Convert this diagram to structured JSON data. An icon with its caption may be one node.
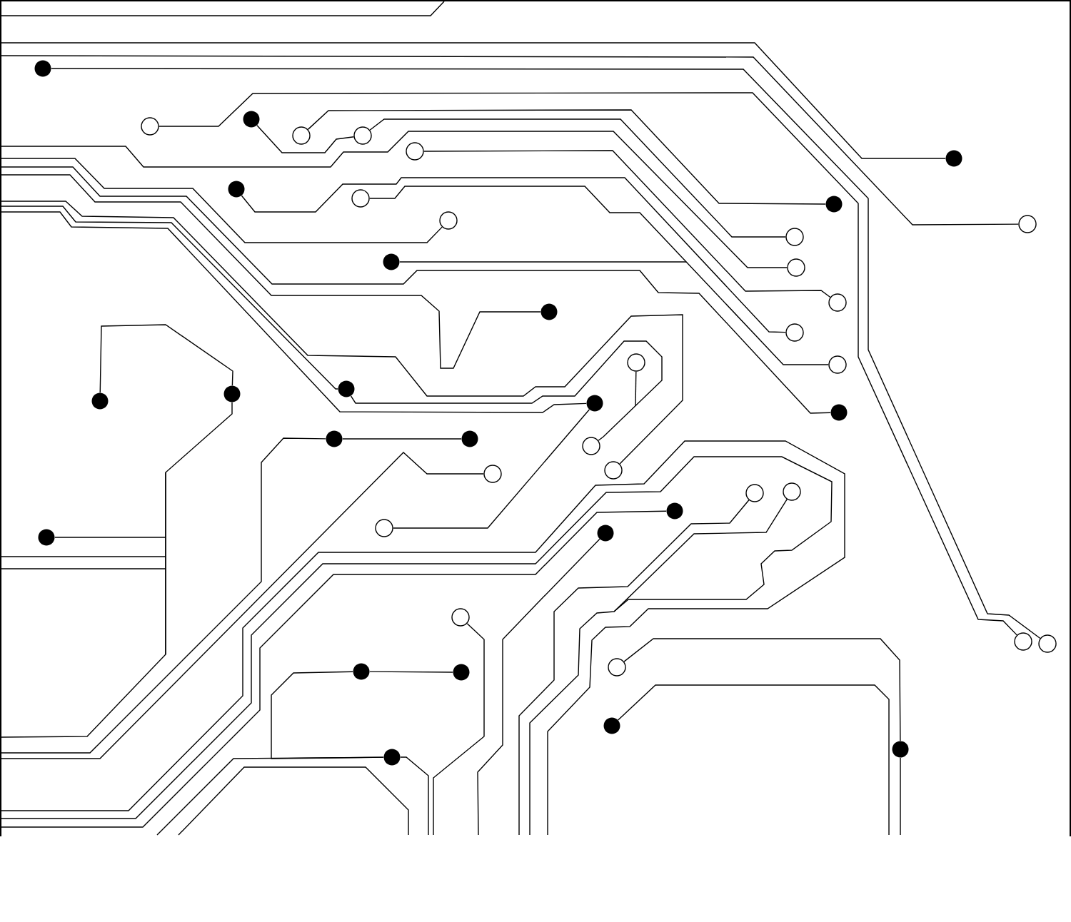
{
  "diagram": {
    "nodes": [
      {
        "text": [],
        "shape": "dot"
      },
      {
        "text": [],
        "shape": "circle"
      },
      {
        "text": [],
        "shape": "dot"
      },
      {
        "text": [],
        "shape": "circle"
      },
      {
        "text": [],
        "shape": "circle"
      },
      {
        "text": [],
        "shape": "circle"
      },
      {
        "text": [],
        "shape": "dot"
      },
      {
        "text": [],
        "shape": "dot"
      },
      {
        "text": [],
        "shape": "dot"
      },
      {
        "text": [],
        "shape": "circle"
      },
      {
        "text": [],
        "shape": "circle"
      },
      {
        "text": [],
        "shape": "circle"
      },
      {
        "text": [],
        "shape": "circle"
      },
      {
        "text": [],
        "shape": "dot"
      },
      {
        "text": [],
        "shape": "circle"
      },
      {
        "text": [],
        "shape": "circle"
      },
      {
        "text": [],
        "shape": "dot"
      },
      {
        "text": [],
        "shape": "circle"
      },
      {
        "text": [],
        "shape": "circle"
      },
      {
        "text": [],
        "shape": "circle"
      },
      {
        "text": [],
        "shape": "dot"
      },
      {
        "text": [],
        "shape": "dot"
      },
      {
        "text": [],
        "shape": "dot"
      },
      {
        "text": [],
        "shape": "dot"
      },
      {
        "text": [],
        "shape": "dot"
      },
      {
        "text": [],
        "shape": "dot"
      },
      {
        "text": [],
        "shape": "dot"
      },
      {
        "text": [],
        "shape": "circle"
      },
      {
        "text": [],
        "shape": "circle"
      },
      {
        "text": [],
        "shape": "circle"
      },
      {
        "text": [],
        "shape": "circle"
      },
      {
        "text": [],
        "shape": "circle"
      },
      {
        "text": [],
        "shape": "dot"
      },
      {
        "text": [],
        "shape": "circle"
      },
      {
        "text": [],
        "shape": "dot"
      },
      {
        "text": [],
        "shape": "dot"
      },
      {
        "text": [],
        "shape": "circle"
      },
      {
        "text": [],
        "shape": "circle"
      },
      {
        "text": [],
        "shape": "circle"
      },
      {
        "text": [],
        "shape": "circle"
      },
      {
        "text": [],
        "shape": "dot"
      },
      {
        "text": [],
        "shape": "dot"
      },
      {
        "text": [],
        "shape": "dot"
      },
      {
        "text": [],
        "shape": "dot"
      },
      {
        "text": [],
        "shape": "dot"
      }
    ],
    "edges": [
      {
        "from": 0,
        "to": 38,
        "arrow": "none"
      },
      {
        "from": 1,
        "to": 37,
        "arrow": "none"
      },
      {
        "from": null,
        "to": 6,
        "arrow": "none"
      },
      {
        "from": null,
        "to": 11,
        "arrow": "none"
      },
      {
        "from": 2,
        "to": 4,
        "arrow": "none"
      },
      {
        "from": 3,
        "to": 7,
        "arrow": "none"
      },
      {
        "from": 4,
        "to": 12,
        "arrow": "none"
      },
      {
        "from": null,
        "to": 14,
        "arrow": "none"
      },
      {
        "from": 5,
        "to": 15,
        "arrow": "none"
      },
      {
        "from": 8,
        "to": 17,
        "arrow": "none"
      },
      {
        "from": 9,
        "to": 19,
        "arrow": "none"
      },
      {
        "from": null,
        "to": 10,
        "arrow": "none"
      },
      {
        "from": null,
        "to": 24,
        "arrow": "none"
      },
      {
        "from": 13,
        "to": null,
        "arrow": "none"
      },
      {
        "from": null,
        "to": 16,
        "arrow": "none"
      },
      {
        "from": null,
        "to": 29,
        "arrow": "none"
      },
      {
        "from": null,
        "to": 20,
        "arrow": "none"
      },
      {
        "from": 20,
        "to": 27,
        "arrow": "none"
      },
      {
        "from": null,
        "to": 23,
        "arrow": "none"
      },
      {
        "from": 18,
        "to": null,
        "arrow": "none"
      },
      {
        "from": 21,
        "to": 22,
        "arrow": "none"
      },
      {
        "from": 22,
        "to": null,
        "arrow": "none"
      },
      {
        "from": 35,
        "to": null,
        "arrow": "none"
      },
      {
        "from": 25,
        "to": 26,
        "arrow": "none"
      },
      {
        "from": 25,
        "to": null,
        "arrow": "none"
      },
      {
        "from": null,
        "to": 28,
        "arrow": "none"
      },
      {
        "from": 33,
        "to": 23,
        "arrow": "none"
      },
      {
        "from": 32,
        "to": null,
        "arrow": "none"
      },
      {
        "from": 34,
        "to": null,
        "arrow": "none"
      },
      {
        "from": 30,
        "to": null,
        "arrow": "none"
      },
      {
        "from": 31,
        "to": null,
        "arrow": "none"
      },
      {
        "from": 36,
        "to": null,
        "arrow": "none"
      },
      {
        "from": 40,
        "to": 41,
        "arrow": "none"
      },
      {
        "from": 40,
        "to": 44,
        "arrow": "none"
      },
      {
        "from": 44,
        "to": null,
        "arrow": "none"
      },
      {
        "from": 44,
        "to": null,
        "arrow": "none"
      },
      {
        "from": 39,
        "to": 43,
        "arrow": "none"
      },
      {
        "from": 43,
        "to": null,
        "arrow": "none"
      },
      {
        "from": 42,
        "to": null,
        "arrow": "none"
      }
    ]
  }
}
